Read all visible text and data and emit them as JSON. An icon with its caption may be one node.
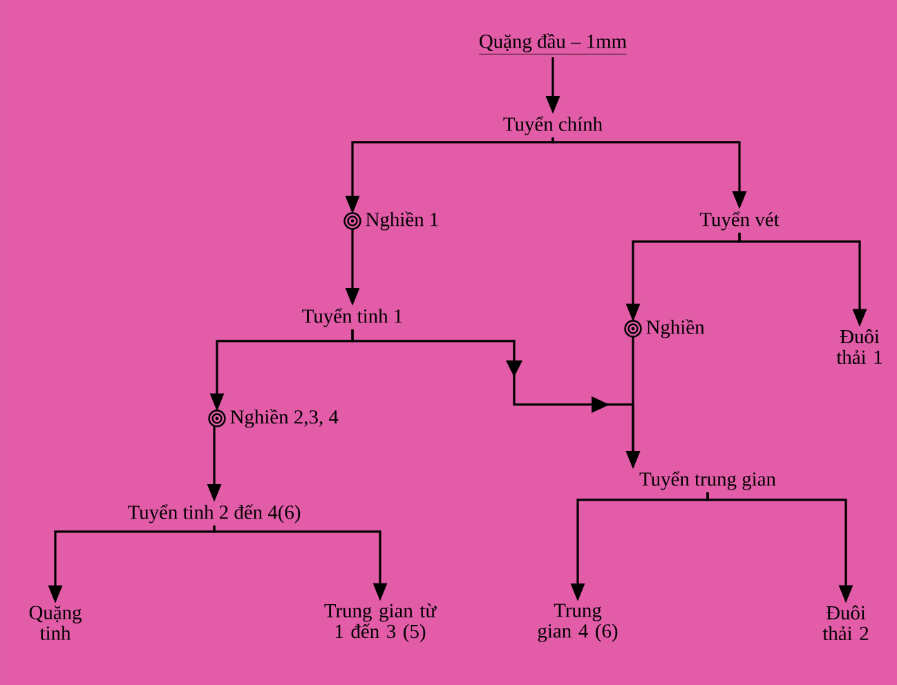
{
  "diagram": {
    "nodes": [
      {
        "text": [
          "Quặng đầu – 1mm"
        ]
      },
      {
        "text": [
          "Tuyển chính"
        ]
      },
      {
        "text": [],
        "shape": "circle",
        "beside": [
          "Nghiền 1"
        ]
      },
      {
        "text": [
          "Tuyển vét"
        ]
      },
      {
        "text": [
          "Tuyển tinh 1"
        ]
      },
      {
        "text": [],
        "shape": "circle",
        "beside": [
          "Nghiền"
        ]
      },
      {
        "text": [
          "Đuôi thải 1"
        ]
      },
      {
        "text": [],
        "shape": "circle",
        "beside": [
          "Nghiền 2,3, 4"
        ]
      },
      {
        "text": [
          "Tuyển trung gian"
        ]
      },
      {
        "text": [
          "Tuyển tinh 2 đến 4(6)"
        ]
      },
      {
        "text": [
          "Quặng tinh"
        ]
      },
      {
        "text": [
          "Trung gian từ 1 đến 3 (5)"
        ]
      },
      {
        "text": [
          "Trung gian 4 (6)"
        ]
      },
      {
        "text": [
          "Đuôi thải 2"
        ]
      }
    ],
    "edges": [
      {
        "from": 0,
        "to": 1,
        "arrow": "to"
      },
      {
        "from": 1,
        "to": 2,
        "arrow": "to"
      },
      {
        "from": 1,
        "to": 3,
        "arrow": "to"
      },
      {
        "from": 2,
        "to": 4,
        "arrow": "to"
      },
      {
        "from": 3,
        "to": 5,
        "arrow": "to"
      },
      {
        "from": 3,
        "to": 6,
        "arrow": "to"
      },
      {
        "from": 4,
        "to": 7,
        "arrow": "to"
      },
      {
        "from": 4,
        "to": 8,
        "arrow": "to"
      },
      {
        "from": 5,
        "to": 8,
        "arrow": "to"
      },
      {
        "from": 7,
        "to": 9,
        "arrow": "to"
      },
      {
        "from": 9,
        "to": 10,
        "arrow": "to"
      },
      {
        "from": 9,
        "to": 11,
        "arrow": "to"
      },
      {
        "from": 8,
        "to": 12,
        "arrow": "to"
      },
      {
        "from": 8,
        "to": 13,
        "arrow": "to"
      }
    ]
  }
}
